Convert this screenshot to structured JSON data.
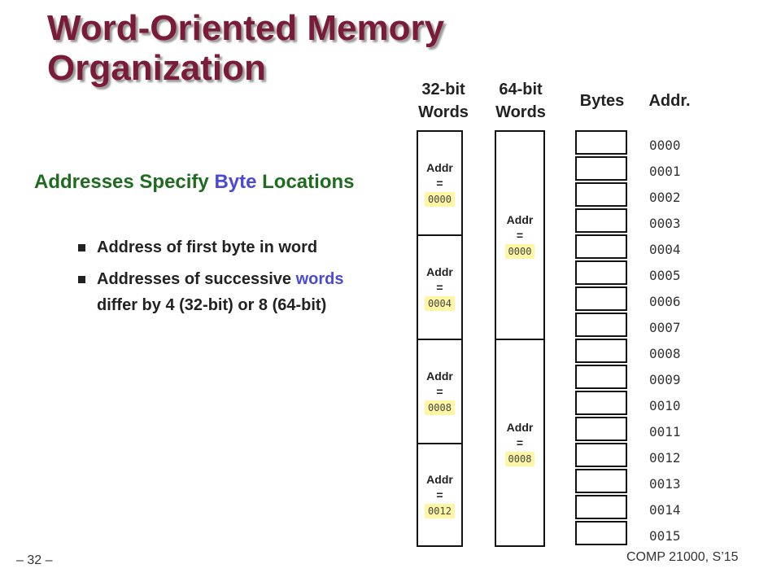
{
  "slide": {
    "title_line1": "Word-Oriented Memory",
    "title_line2": "Organization",
    "main_bullet": {
      "text_before": "Addresses Specify ",
      "highlight": "Byte",
      "text_after": " Locations"
    },
    "sub_bullets": [
      {
        "text": "Address of first byte in word"
      },
      {
        "text_before": "Addresses of successive ",
        "highlight": "words",
        "text_after": " differ by 4 (32-bit) or 8 (64-bit)"
      }
    ]
  },
  "headers": {
    "words32_line1": "32-bit",
    "words32_line2": "Words",
    "words64_line1": "64-bit",
    "words64_line2": "Words",
    "bytes": "Bytes",
    "addr": "Addr."
  },
  "words32": [
    {
      "label1": "Addr",
      "label2": "=",
      "value": "0000"
    },
    {
      "label1": "Addr",
      "label2": "=",
      "value": "0004"
    },
    {
      "label1": "Addr",
      "label2": "=",
      "value": "0008"
    },
    {
      "label1": "Addr",
      "label2": "=",
      "value": "0012"
    }
  ],
  "words64": [
    {
      "label1": "Addr",
      "label2": "=",
      "value": "0000"
    },
    {
      "label1": "Addr",
      "label2": "=",
      "value": "0008"
    }
  ],
  "byte_addresses": [
    "0000",
    "0001",
    "0002",
    "0003",
    "0004",
    "0005",
    "0006",
    "0007",
    "0008",
    "0009",
    "0010",
    "0011",
    "0012",
    "0013",
    "0014",
    "0015"
  ],
  "footer": {
    "page": "– 32 –",
    "course": "COMP 21000, S’15"
  },
  "colors": {
    "title": "#7a1c39",
    "bullet_green": "#1f6b1f",
    "highlight_blue": "#4a4ad9",
    "addr_value_bg": "#fdf6a4"
  }
}
